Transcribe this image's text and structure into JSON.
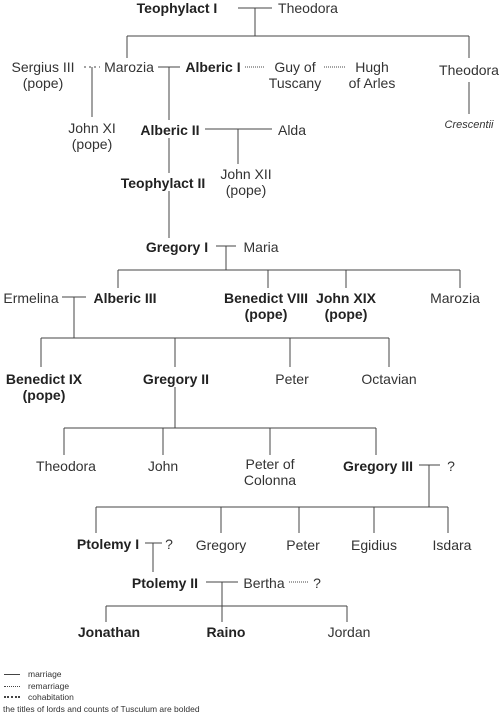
{
  "people": {
    "teophylact_1": "Teophylact I",
    "theodora_1": "Theodora",
    "sergius_iii": "Sergius III\n(pope)",
    "marozia_1": "Marozia",
    "alberic_1": "Alberic I",
    "guy": "Guy of\nTuscany",
    "hugh": "Hugh\nof Arles",
    "theodora_2": "Theodora",
    "crescentii": "Crescentii",
    "john_xi": "John XI\n(pope)",
    "alberic_2": "Alberic II",
    "alda": "Alda",
    "john_xii": "John XII\n(pope)",
    "teophylact_2": "Teophylact II",
    "gregory_1": "Gregory I",
    "maria": "Maria",
    "ermelina": "Ermelina",
    "alberic_3": "Alberic III",
    "benedict_viii": "Benedict VIII\n(pope)",
    "john_xix": "John XIX\n(pope)",
    "marozia_2": "Marozia",
    "benedict_ix": "Benedict IX\n(pope)",
    "gregory_2": "Gregory II",
    "peter_1": "Peter",
    "octavian": "Octavian",
    "theodora_3": "Theodora",
    "john": "John",
    "peter_colonna": "Peter of\nColonna",
    "gregory_3": "Gregory III",
    "q1": "?",
    "ptolemy_1": "Ptolemy I",
    "q2": "?",
    "gregory": "Gregory",
    "peter_2": "Peter",
    "egidius": "Egidius",
    "isdara": "Isdara",
    "ptolemy_2": "Ptolemy II",
    "bertha": "Bertha",
    "q3": "?",
    "jonathan": "Jonathan",
    "raino": "Raino",
    "jordan": "Jordan"
  },
  "legend": {
    "marriage": "marriage",
    "remarriage": "remarriage",
    "cohabitation": "cohabitation",
    "note": "the titles of lords and counts of Tusculum are bolded"
  }
}
